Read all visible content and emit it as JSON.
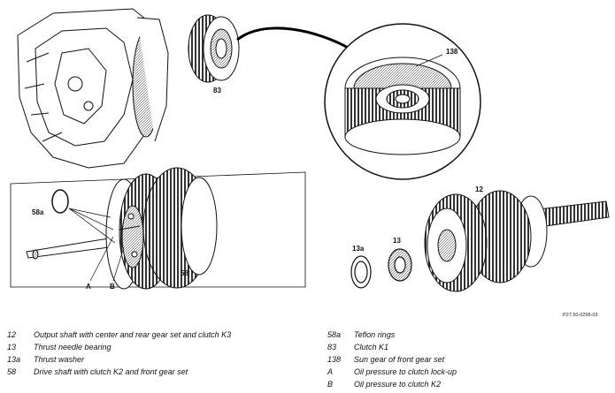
{
  "figure": {
    "reference_code": "P27.50-0298-03",
    "callouts": {
      "part_83": "83",
      "part_138": "138",
      "part_12": "12",
      "part_58a": "58a",
      "part_58": "58",
      "part_13a": "13a",
      "part_13": "13",
      "point_a": "A",
      "point_b": "B"
    }
  },
  "legend": {
    "left": [
      {
        "code": "12",
        "text": "Output shaft with center and rear gear set and clutch K3"
      },
      {
        "code": "13",
        "text": "Thrust needle bearing"
      },
      {
        "code": "13a",
        "text": "Thrust washer"
      },
      {
        "code": "58",
        "text": "Drive shaft with clutch K2 and front gear set"
      }
    ],
    "right": [
      {
        "code": "58a",
        "text": "Teflon rings"
      },
      {
        "code": "83",
        "text": "Clutch K1"
      },
      {
        "code": "138",
        "text": "Sun gear of front gear set"
      },
      {
        "code": "A",
        "text": "Oil pressure to clutch lock-up"
      },
      {
        "code": "B",
        "text": "Oil pressure to clutch K2"
      }
    ]
  }
}
